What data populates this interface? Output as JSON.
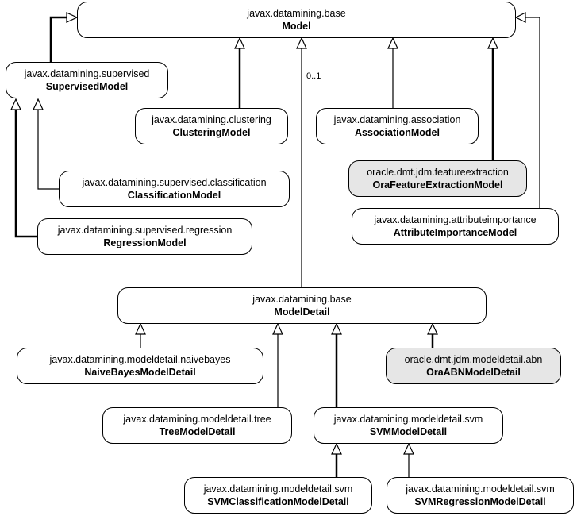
{
  "classes": {
    "model": {
      "package": "javax.datamining.base",
      "name": "Model"
    },
    "supervised_model": {
      "package": "javax.datamining.supervised",
      "name": "SupervisedModel"
    },
    "clustering_model": {
      "package": "javax.datamining.clustering",
      "name": "ClusteringModel"
    },
    "association_model": {
      "package": "javax.datamining.association",
      "name": "AssociationModel"
    },
    "classification_model": {
      "package": "javax.datamining.supervised.classification",
      "name": "ClassificationModel"
    },
    "ora_feature_extraction_model": {
      "package": "oracle.dmt.jdm.featureextraction",
      "name": "OraFeatureExtractionModel"
    },
    "attribute_importance_model": {
      "package": "javax.datamining.attributeimportance",
      "name": "AttributeImportanceModel"
    },
    "regression_model": {
      "package": "javax.datamining.supervised.regression",
      "name": "RegressionModel"
    },
    "model_detail": {
      "package": "javax.datamining.base",
      "name": "ModelDetail"
    },
    "naive_bayes_model_detail": {
      "package": "javax.datamining.modeldetail.naivebayes",
      "name": "NaiveBayesModelDetail"
    },
    "ora_abn_model_detail": {
      "package": "oracle.dmt.jdm.modeldetail.abn",
      "name": "OraABNModelDetail"
    },
    "tree_model_detail": {
      "package": "javax.datamining.modeldetail.tree",
      "name": "TreeModelDetail"
    },
    "svm_model_detail": {
      "package": "javax.datamining.modeldetail.svm",
      "name": "SVMModelDetail"
    },
    "svm_classification_model_detail": {
      "package": "javax.datamining.modeldetail.svm",
      "name": "SVMClassificationModelDetail"
    },
    "svm_regression_model_detail": {
      "package": "javax.datamining.modeldetail.svm",
      "name": "SVMRegressionModelDetail"
    }
  },
  "association": {
    "multiplicity": "0..1"
  }
}
